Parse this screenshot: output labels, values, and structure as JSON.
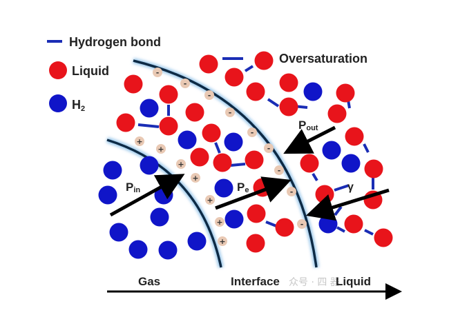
{
  "legend": {
    "hydrogen_bond": "Hydrogen bond",
    "liquid": "Liquid",
    "h2_main": "H",
    "h2_sub": "2"
  },
  "labels": {
    "oversaturation": "Oversaturation",
    "p_in_main": "P",
    "p_in_sub": "in",
    "p_e_main": "P",
    "p_e_sub": "e",
    "p_out_main": "P",
    "p_out_sub": "out",
    "gamma": "γ"
  },
  "axis": {
    "gas": "Gas",
    "interface": "Interface",
    "liquid": "Liquid"
  },
  "charges": {
    "plus": "+",
    "minus": "-"
  },
  "watermark": "众号 · 四          器",
  "colors": {
    "liquid": "#e8141b",
    "h2": "#1015c8",
    "bond": "#1a2db5",
    "interface": "#0d2a45",
    "charge": "#e9c9b4"
  }
}
